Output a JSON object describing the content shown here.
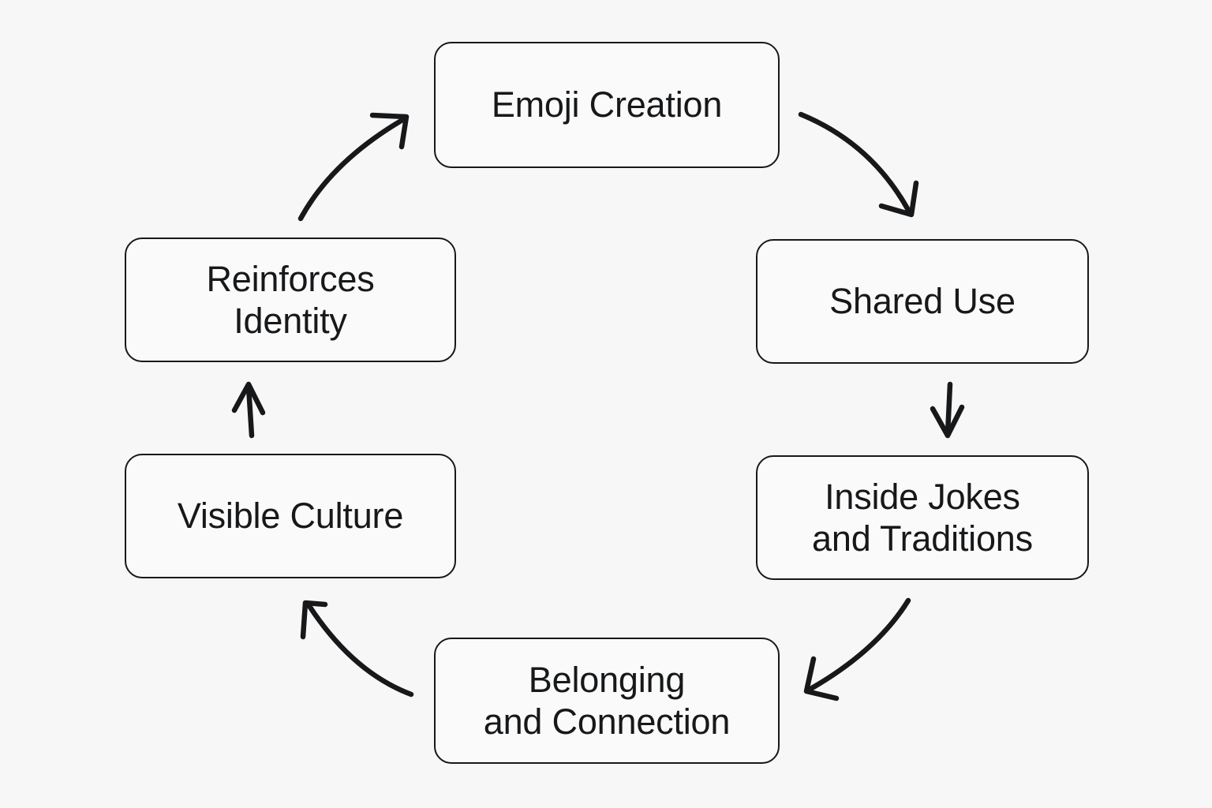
{
  "diagram": {
    "type": "cycle",
    "background_color": "#f7f7f7",
    "stroke_color": "#17181a",
    "node_fill": "#fafafa",
    "text_color": "#17181a",
    "nodes": [
      {
        "id": "emoji-creation",
        "label": "Emoji Creation",
        "position": "top"
      },
      {
        "id": "shared-use",
        "label": "Shared Use",
        "position": "right-upper"
      },
      {
        "id": "inside-jokes",
        "label": "Inside Jokes\nand Traditions",
        "position": "right-lower"
      },
      {
        "id": "belonging-connection",
        "label": "Belonging\nand Connection",
        "position": "bottom"
      },
      {
        "id": "visible-culture",
        "label": "Visible Culture",
        "position": "left-lower"
      },
      {
        "id": "reinforces-identity",
        "label": "Reinforces\nIdentity",
        "position": "left-upper"
      }
    ],
    "edges": [
      {
        "from": "emoji-creation",
        "to": "shared-use",
        "style": "curved"
      },
      {
        "from": "shared-use",
        "to": "inside-jokes",
        "style": "straight"
      },
      {
        "from": "inside-jokes",
        "to": "belonging-connection",
        "style": "curved"
      },
      {
        "from": "belonging-connection",
        "to": "visible-culture",
        "style": "curved"
      },
      {
        "from": "visible-culture",
        "to": "reinforces-identity",
        "style": "straight"
      },
      {
        "from": "reinforces-identity",
        "to": "emoji-creation",
        "style": "curved"
      }
    ]
  }
}
